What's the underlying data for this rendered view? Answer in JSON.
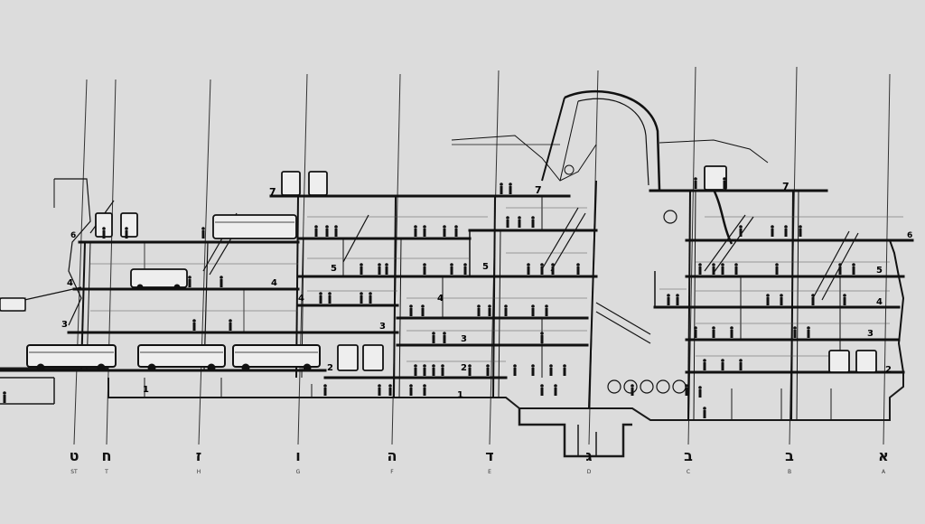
{
  "drawing": {
    "paper_color": "#dcdcdc",
    "ink_color": "#1a1a1a",
    "level_numbers": [
      "1",
      "2",
      "3",
      "4",
      "5",
      "6",
      "7"
    ],
    "axis_labels": [
      {
        "mark": "ט",
        "sub": "ST"
      },
      {
        "mark": "ח",
        "sub": "T"
      },
      {
        "mark": "ז",
        "sub": "H"
      },
      {
        "mark": "ו",
        "sub": "G"
      },
      {
        "mark": "ה",
        "sub": "F"
      },
      {
        "mark": "ד",
        "sub": "E"
      },
      {
        "mark": "ג",
        "sub": "D"
      },
      {
        "mark": "ב",
        "sub": "C"
      },
      {
        "mark": "ב",
        "sub": "B"
      },
      {
        "mark": "א",
        "sub": "A"
      }
    ]
  }
}
